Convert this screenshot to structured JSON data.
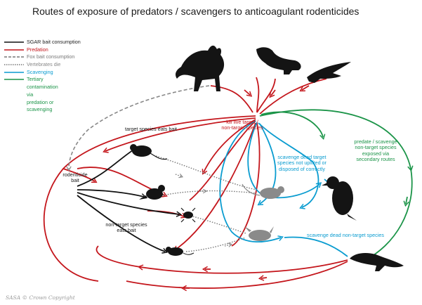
{
  "title": "Routes of exposure of predators / scavengers to anticoagulant rodenticides",
  "colors": {
    "sgar": "#111111",
    "predation": "#c4161c",
    "fox": "#777777",
    "vertebrates": "#777777",
    "scavenging": "#0a9cd0",
    "tertiary": "#1b9448",
    "silhouette": "#141414",
    "dead": "#8a8a8a"
  },
  "legend": [
    {
      "label": "SGAR bait consumption",
      "color": "#111111",
      "style": "solid"
    },
    {
      "label": "Predation",
      "color": "#c4161c",
      "style": "solid"
    },
    {
      "label": "Fox bait consumption",
      "color": "#777777",
      "style": "dashed"
    },
    {
      "label": "Vertebrates die",
      "color": "#777777",
      "style": "dotted"
    },
    {
      "label": "Scavenging",
      "color": "#0a9cd0",
      "style": "solid"
    },
    {
      "label": "Tertiary contamination via\npredation or scavenging",
      "color": "#1b9448",
      "style": "solid"
    }
  ],
  "labels": {
    "kill_live": "kill live target /\nnon-target species",
    "target_eats": "target species eats bait",
    "rodenticide_bait": "rodenticide\nbait",
    "nontarget_eats": "non-target species\neats bait",
    "scavenge_target": "scavenge dead target\nspecies not uplifted or\ndisposed of correctly",
    "scavenge_nontarget": "scavenge dead non-target species",
    "tertiary_route": "predate / scavenge\nnon-target species\nexposed via\nsecondary routes"
  },
  "animals": [
    "fox-icon",
    "stoat-icon",
    "kite-icon",
    "rat-icon",
    "bird-icon",
    "beetle-icon",
    "mouse-icon",
    "dead-rat-icon",
    "dead-bird-icon",
    "crow-icon",
    "weasel-icon"
  ],
  "credit": "SASA © Crown Copyright"
}
